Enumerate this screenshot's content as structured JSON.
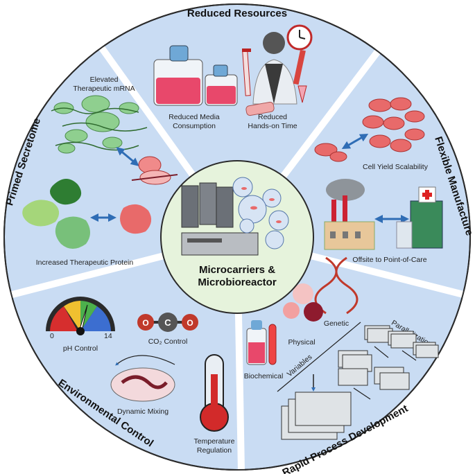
{
  "center": {
    "line1": "Microcarriers &",
    "line2": "Microbioreactor"
  },
  "sections": {
    "reduced_resources": {
      "title": "Reduced Resources",
      "media_l1": "Reduced Media",
      "media_l2": "Consumption",
      "hands_l1": "Reduced",
      "hands_l2": "Hands-on Time"
    },
    "flexible_manufacture": {
      "title": "Flexible Manufacture",
      "scal": "Cell Yield Scalability",
      "offsite": "Offsite to Point-of-Care"
    },
    "rapid_process": {
      "title": "Rapid Process Development",
      "genetic": "Genetic",
      "physical": "Physical",
      "biochemical": "Biochemical",
      "variables": "Variables",
      "parallel": "Parallelization"
    },
    "environmental_control": {
      "title": "Environmental Control",
      "ph": "pH Control",
      "ph_min": "0",
      "ph_max": "14",
      "co2": "CO₂ Control",
      "co2_o": "O",
      "co2_c": "C",
      "mixing": "Dynamic Mixing",
      "temp_l1": "Temperature",
      "temp_l2": "Regulation"
    },
    "primed_secretome": {
      "title": "Primed Secretome",
      "mrna_l1": "Elevated",
      "mrna_l2": "Therapeutic mRNA",
      "protein": "Increased Therapeutic Protein"
    }
  },
  "colors": {
    "sector_fill": "#c9dcf3",
    "center_fill": "#e6f3dc",
    "divider": "#ffffff",
    "outline": "#2b2b2b",
    "arrow": "#2f6db5"
  }
}
